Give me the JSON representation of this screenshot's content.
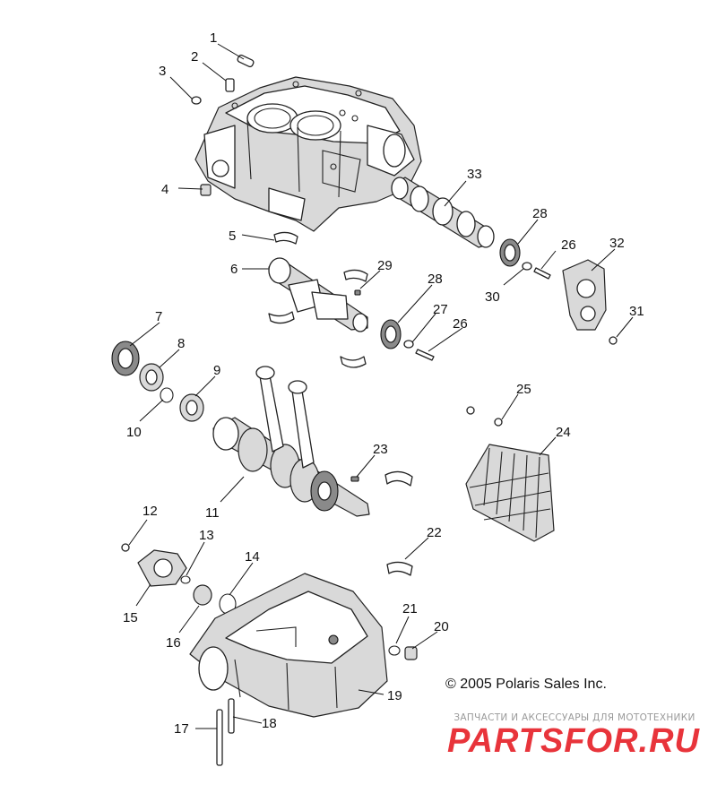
{
  "callouts": [
    "1",
    "2",
    "3",
    "4",
    "5",
    "6",
    "7",
    "8",
    "9",
    "10",
    "11",
    "12",
    "13",
    "14",
    "15",
    "16",
    "17",
    "18",
    "19",
    "20",
    "21",
    "22",
    "23",
    "24",
    "25",
    "26",
    "26",
    "27",
    "28",
    "28",
    "29",
    "30",
    "31",
    "32",
    "33"
  ],
  "copyright": "© 2005 Polaris Sales Inc.",
  "watermark": {
    "tagline": "ЗАПЧАСТИ И АКСЕССУАРЫ ДЛЯ МОТОТЕХНИКИ",
    "logo": "PARTSFOR.RU",
    "logo_color": "#e8343b"
  },
  "colors": {
    "ink": "#111111",
    "shade": "#d9d9d9",
    "watermark_gray": "#9a9a9a"
  }
}
